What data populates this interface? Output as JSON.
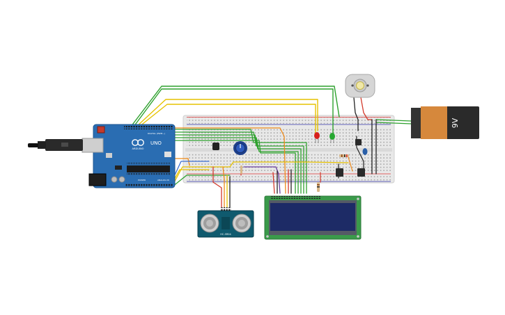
{
  "arduino": {
    "logo_text": "ARDUINO",
    "model": "UNO",
    "power_label": "POWER",
    "analog_label": "ANALOG IN",
    "digital_label": "DIGITAL (PWM~)"
  },
  "battery": {
    "label": "9V"
  },
  "lcd": {
    "line1": "",
    "line2": ""
  },
  "sensor": {
    "label": "HC-SR04"
  },
  "colors": {
    "wire_green": "#2ea12e",
    "wire_yellow": "#e6c200",
    "wire_orange": "#ee8a1a",
    "wire_red": "#d33a2c",
    "wire_purple": "#6b3fa0",
    "wire_blue": "#3b6fd1",
    "wire_black": "#222222",
    "arduino_blue": "#2a6db2",
    "lcd_green": "#3a9a4a",
    "lcd_screen": "#1d2b66",
    "battery_orange": "#d6883c",
    "breadboard": "#e9e9e9"
  }
}
